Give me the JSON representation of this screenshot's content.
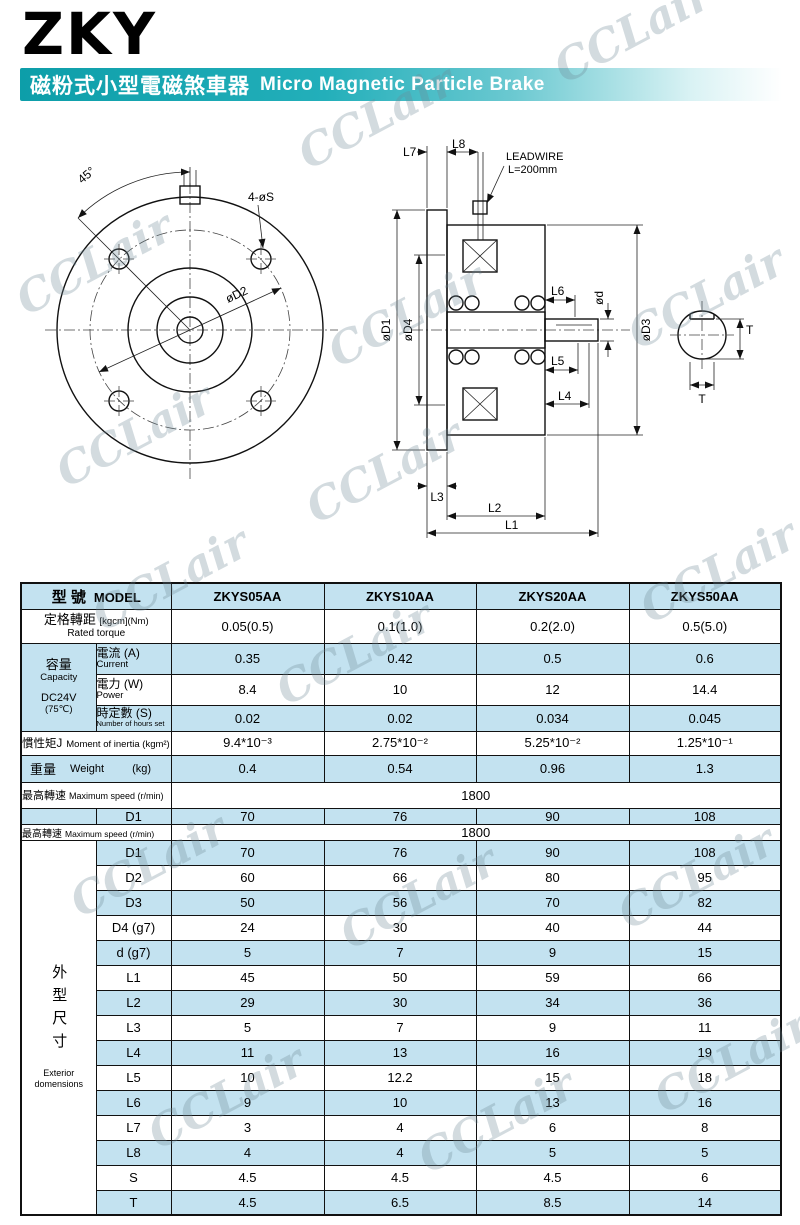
{
  "header": {
    "logo": "ZKY",
    "banner_cn": "磁粉式小型電磁煞車器",
    "banner_en": "Micro Magnetic Particle Brake"
  },
  "watermark": "CCLair",
  "drawing": {
    "angle_label": "45°",
    "bolt_label": "4-øS",
    "d2_label": "øD2",
    "l7": "L7",
    "l8": "L8",
    "leadwire_line1": "LEADWIRE",
    "leadwire_line2": "L=200mm",
    "d1": "øD1",
    "d4": "øD4",
    "d3": "øD3",
    "od": "ød",
    "l6": "L6",
    "l5": "L5",
    "l4": "L4",
    "l3": "L3",
    "l2": "L2",
    "l1": "L1",
    "t_side": "T",
    "t_bottom": "T"
  },
  "table": {
    "header": {
      "label_cn": "型 號",
      "label_en": "MODEL",
      "models": [
        "ZKYS05AA",
        "ZKYS10AA",
        "ZKYS20AA",
        "ZKYS50AA"
      ]
    },
    "torque": {
      "cn": "定格轉距",
      "unit": "[kgcm](Nm)",
      "en": "Rated torque",
      "values": [
        "0.05(0.5)",
        "0.1(1.0)",
        "0.2(2.0)",
        "0.5(5.0)"
      ]
    },
    "capacity": {
      "cn": "容量",
      "en": "Capacity",
      "volt": "DC24V",
      "temp": "(75℃)"
    },
    "current": {
      "cn": "電流 (A)",
      "en": "Current",
      "values": [
        "0.35",
        "0.42",
        "0.5",
        "0.6"
      ]
    },
    "power": {
      "cn": "電力 (W)",
      "en": "Power",
      "values": [
        "8.4",
        "10",
        "12",
        "14.4"
      ]
    },
    "time_constant": {
      "cn": "時定數 (S)",
      "en": "Number of hours set",
      "values": [
        "0.02",
        "0.02",
        "0.034",
        "0.045"
      ]
    },
    "inertia": {
      "cn": "慣性矩J",
      "en": "Moment of inertia (kgm²)",
      "values": [
        "9.4*10⁻³",
        "2.75*10⁻²",
        "5.25*10⁻²",
        "1.25*10⁻¹"
      ]
    },
    "weight": {
      "cn": "重量",
      "en": "Weight",
      "unit": "(kg)",
      "values": [
        "0.4",
        "0.54",
        "0.96",
        "1.3"
      ]
    },
    "max_speed": {
      "label_cn": "最高轉速",
      "label_en": "Maximum speed (r/min)",
      "value": "1800"
    },
    "d1_preview": {
      "label": "D1",
      "values": [
        "70",
        "76",
        "90",
        "108"
      ]
    },
    "max_speed2": {
      "label_cn": "最高轉速",
      "label_en": "Maximum speed (r/min)",
      "value": "1800"
    },
    "dims_header": {
      "cn": "外型尺寸",
      "en1": "Exterior",
      "en2": "domensions"
    },
    "dims": [
      {
        "label": "D1",
        "values": [
          "70",
          "76",
          "90",
          "108"
        ]
      },
      {
        "label": "D2",
        "values": [
          "60",
          "66",
          "80",
          "95"
        ]
      },
      {
        "label": "D3",
        "values": [
          "50",
          "56",
          "70",
          "82"
        ]
      },
      {
        "label": "D4 (g7)",
        "values": [
          "24",
          "30",
          "40",
          "44"
        ]
      },
      {
        "label": "d (g7)",
        "values": [
          "5",
          "7",
          "9",
          "15"
        ]
      },
      {
        "label": "L1",
        "values": [
          "45",
          "50",
          "59",
          "66"
        ]
      },
      {
        "label": "L2",
        "values": [
          "29",
          "30",
          "34",
          "36"
        ]
      },
      {
        "label": "L3",
        "values": [
          "5",
          "7",
          "9",
          "11"
        ]
      },
      {
        "label": "L4",
        "values": [
          "11",
          "13",
          "16",
          "19"
        ]
      },
      {
        "label": "L5",
        "values": [
          "10",
          "12.2",
          "15",
          "18"
        ]
      },
      {
        "label": "L6",
        "values": [
          "9",
          "10",
          "13",
          "16"
        ]
      },
      {
        "label": "L7",
        "values": [
          "3",
          "4",
          "6",
          "8"
        ]
      },
      {
        "label": "L8",
        "values": [
          "4",
          "4",
          "5",
          "5"
        ]
      },
      {
        "label": "S",
        "values": [
          "4.5",
          "4.5",
          "4.5",
          "6"
        ]
      },
      {
        "label": "T",
        "values": [
          "4.5",
          "6.5",
          "8.5",
          "14"
        ]
      }
    ],
    "colors": {
      "row_highlight": "#c3e2f0",
      "banner_teal": "#18a7b2",
      "drawing_fill": "#bfeaf7"
    }
  }
}
